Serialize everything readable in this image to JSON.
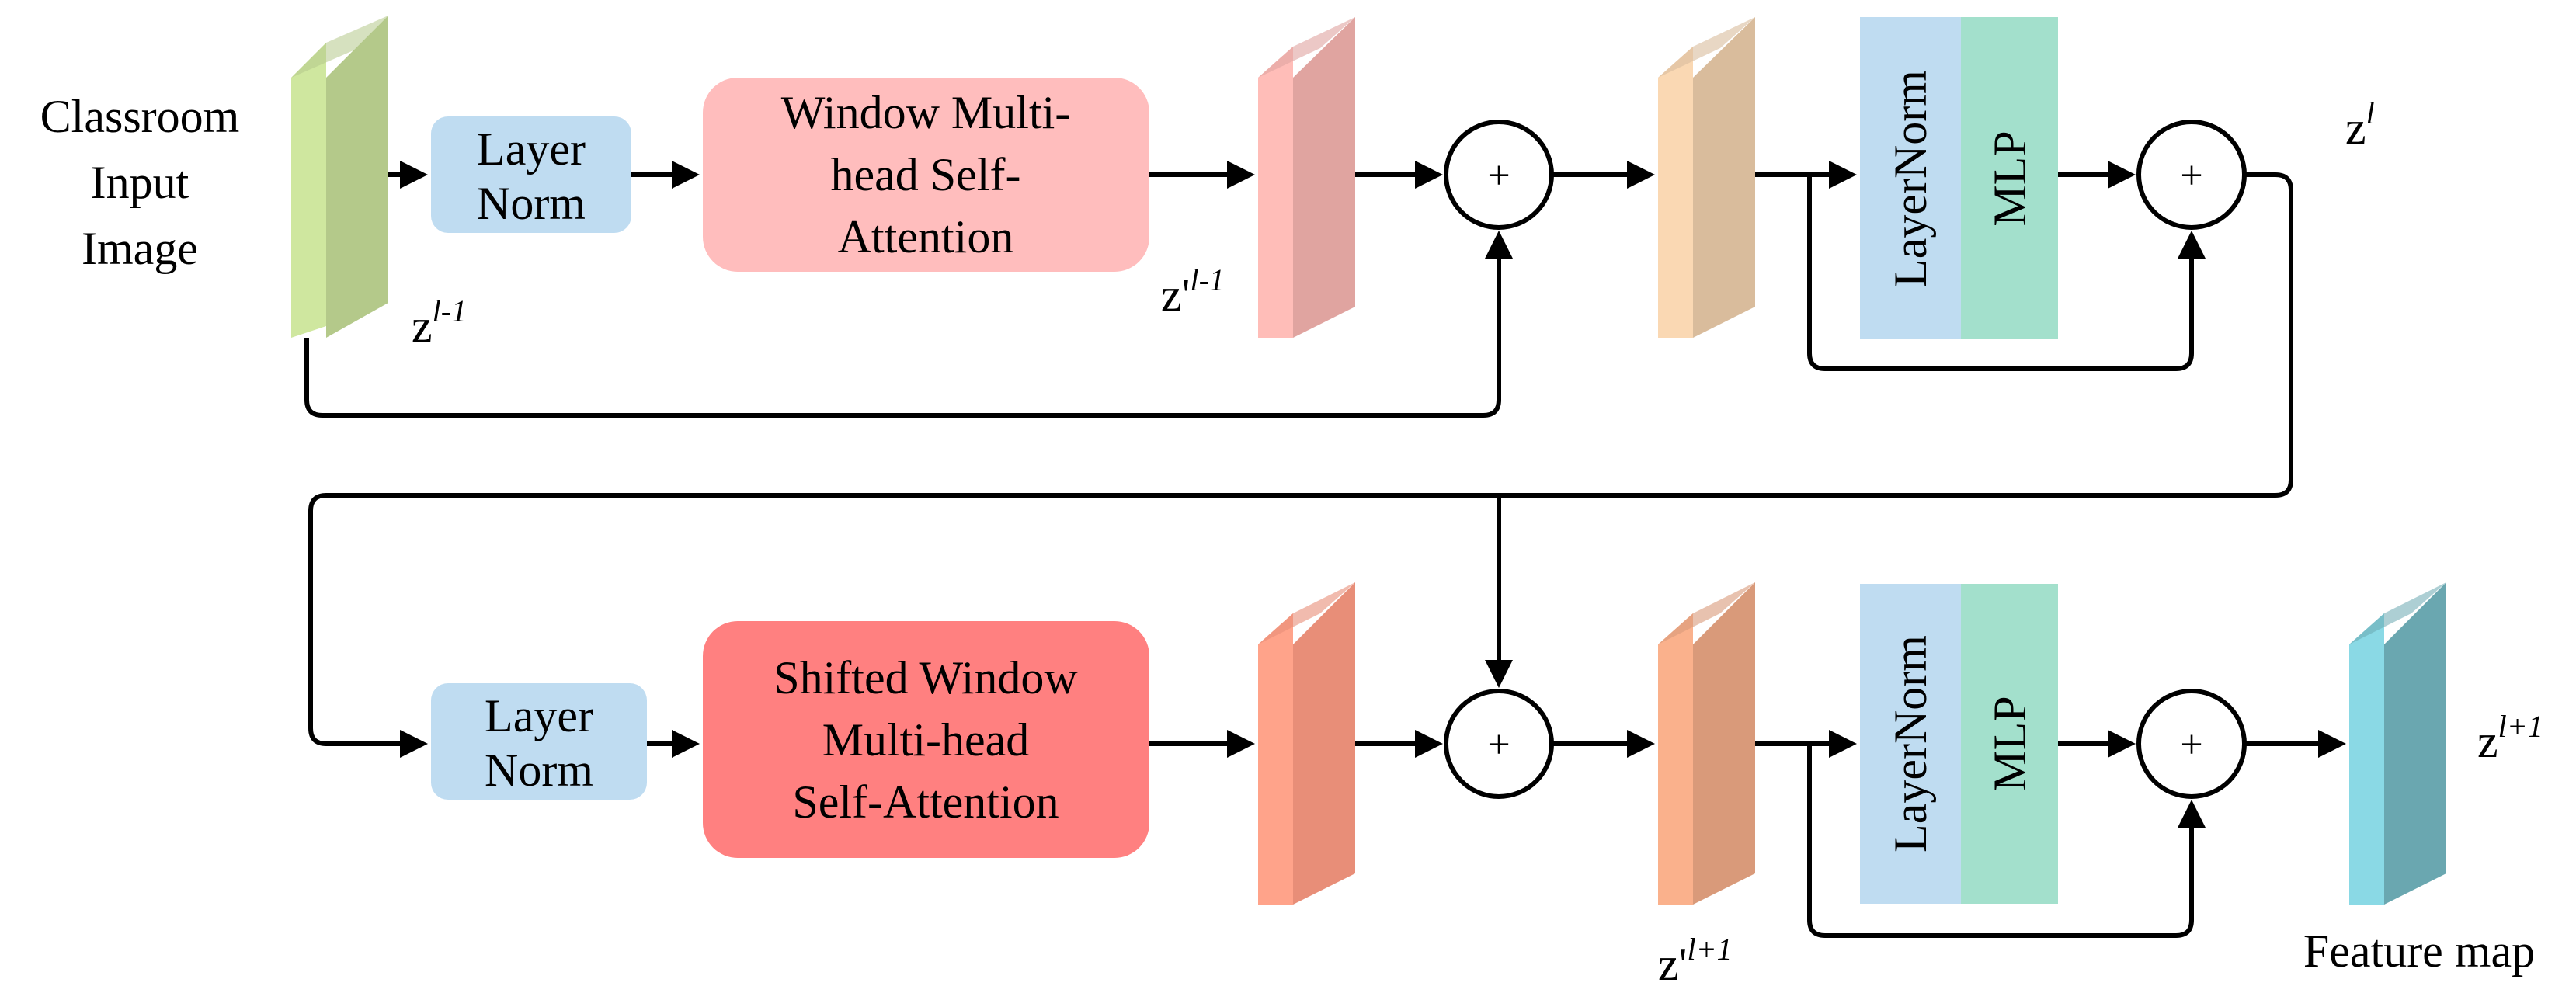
{
  "diagram": {
    "input_label": [
      "Classroom",
      "Input",
      "Image"
    ],
    "output_label": "Feature map",
    "block1": {
      "layer_norm": [
        "Layer",
        "Norm"
      ],
      "attention": [
        "Window Multi-",
        "head Self-",
        "Attention"
      ],
      "mlp_norm": "LayerNorm",
      "mlp": "MLP"
    },
    "block2": {
      "layer_norm": [
        "Layer",
        "Norm"
      ],
      "attention": [
        "Shifted Window",
        "Multi-head",
        "Self-Attention"
      ],
      "mlp_norm": "LayerNorm",
      "mlp": "MLP"
    },
    "plus_symbol": "+",
    "math": {
      "z_prev": {
        "base": "z",
        "sup": "l-1"
      },
      "zp_prev": {
        "base": "z'",
        "sup": "l-1"
      },
      "z_l": {
        "base": "z",
        "sup": "l"
      },
      "zp_next": {
        "base": "z'",
        "sup": "l+1"
      },
      "z_next": {
        "base": "z",
        "sup": "l+1"
      }
    },
    "colors": {
      "input_map": "#b4c98a",
      "layer_norm": "#bfdcf1",
      "window_attention": "#ffbdbd",
      "shifted_attention": "#ff8080",
      "zp_prev_map": "#e0a4a0",
      "z_mid_map": "#d9bc9c",
      "block2_pre_map": "#e88e78",
      "zp_next_map": "#d99a7a",
      "mlp_norm": "#bfdcf1",
      "mlp": "#a3e0cc",
      "output_map": "#6aa7b0"
    }
  }
}
